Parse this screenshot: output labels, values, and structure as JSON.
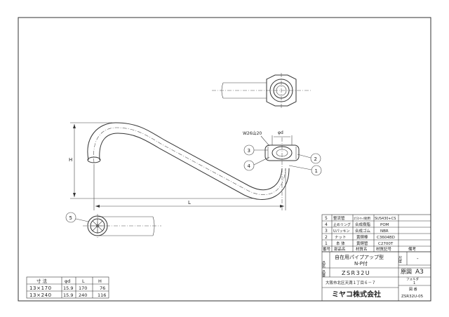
{
  "drawing": {
    "dimension_h": "H",
    "dimension_l": "L",
    "dimension_phi_d": "φd",
    "thread_note": "W26山20",
    "balloons": [
      "1",
      "2",
      "3",
      "4",
      "5"
    ]
  },
  "parts_table": {
    "rows": [
      {
        "no": "5",
        "name": "整流管",
        "material": "ｴﾗｽﾄﾏｰ/銅用",
        "spec": "SUS430+CS"
      },
      {
        "no": "4",
        "name": "止めリング",
        "material": "合成樹脂",
        "spec": "POM"
      },
      {
        "no": "3",
        "name": "Uパッキン",
        "material": "合成ゴム",
        "spec": "NBR"
      },
      {
        "no": "2",
        "name": "ナット",
        "material": "黄銅棒",
        "spec": "C3604BD"
      },
      {
        "no": "1",
        "name": "本 体",
        "material": "黄銅管",
        "spec": "C2700T"
      }
    ],
    "headers": {
      "no": "番号",
      "name": "部品名",
      "material": "材質名",
      "spec": "材質記号",
      "remark": "備考"
    }
  },
  "title_block": {
    "name_label": "品名",
    "name_line1": "自在用パイプアップ型",
    "name_line2": "N-P付",
    "scale_label": "尺度",
    "scale_value": "-",
    "model_label": "品番",
    "model": "ZSR32U",
    "format_label": "原図",
    "format_value": "A3",
    "folder_label": "フォルダ",
    "folder_value": "1",
    "address": "大阪市北区天満１丁目６－７",
    "drawing_no_label": "図 番",
    "drawing_no": "ZSR32U-05",
    "company": "ミヤコ株式会社"
  },
  "dimension_table": {
    "headers": [
      "寸 法",
      "φd",
      "L",
      "H"
    ],
    "rows": [
      [
        "13×170",
        "15.9",
        "170",
        "76"
      ],
      [
        "13×240",
        "15.9",
        "240",
        "116"
      ]
    ]
  }
}
